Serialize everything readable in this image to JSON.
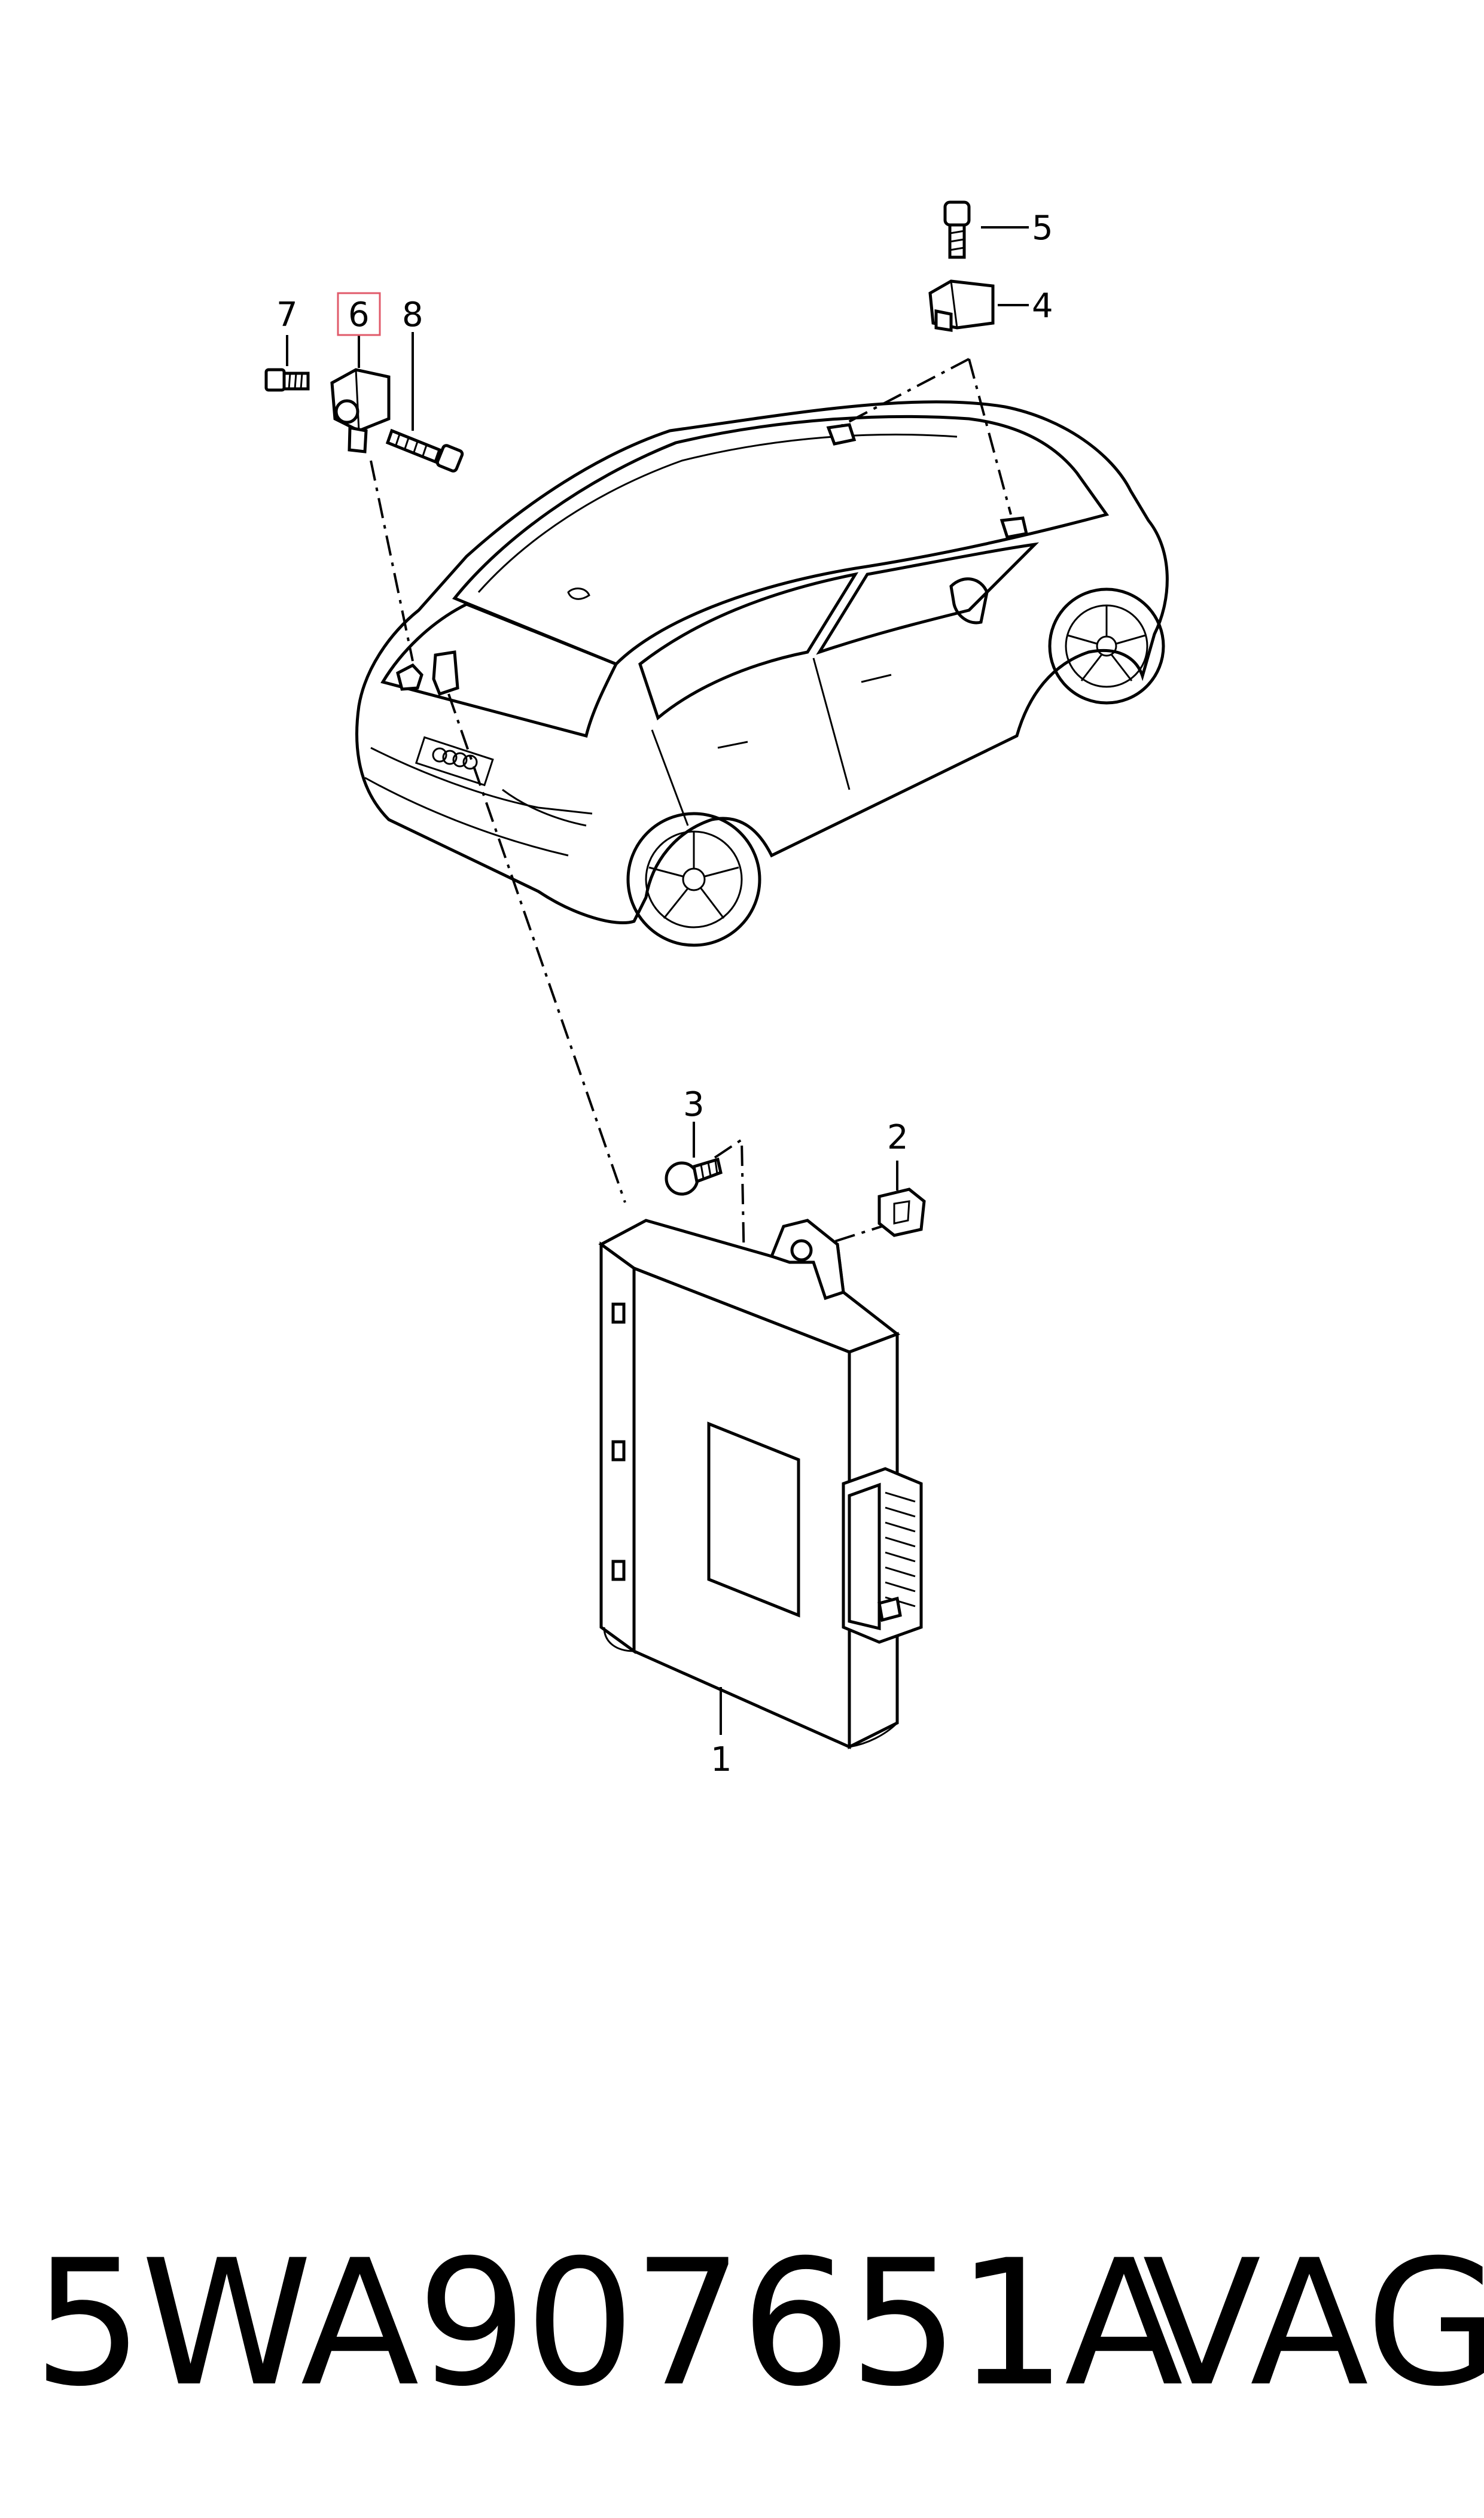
{
  "callouts": {
    "c1": "1",
    "c2": "2",
    "c3": "3",
    "c4": "4",
    "c5": "5",
    "c6": "6",
    "c7": "7",
    "c8": "8"
  },
  "highlight_color": "#e05a6a",
  "footer": {
    "part_number": "5WA907651A",
    "brand": "VAG"
  }
}
